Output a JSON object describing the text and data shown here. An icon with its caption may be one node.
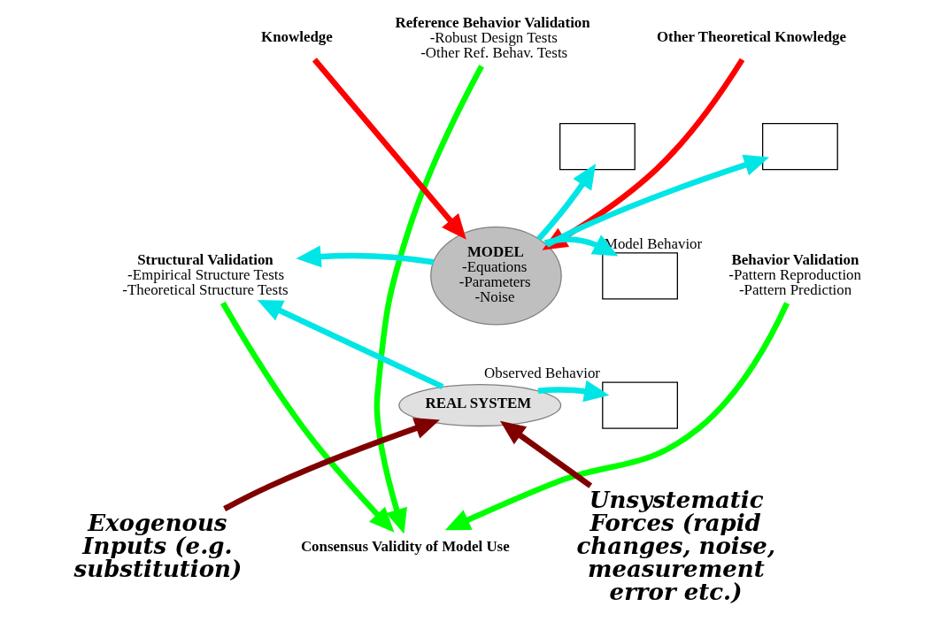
{
  "diagram": {
    "nodes": [
      {
        "text": [
          "Reference Behavior Validation",
          "-Robust Design Tests",
          "-Other Ref. Behav. Tests"
        ]
      },
      {
        "text": [],
        "shape": "box"
      },
      {
        "text": [],
        "shape": "box"
      },
      {
        "text": [
          "Knowledge"
        ]
      },
      {
        "text": [
          "Other Theoretical Knowledge"
        ]
      },
      {
        "text": [
          "Structural Validation",
          "-Empirical Structure Tests",
          "-Theoretical Structure Tests"
        ]
      },
      {
        "text": [
          "MODEL",
          "-Equations",
          "-Parameters",
          "-Noise"
        ]
      },
      {
        "text": [
          "REAL SYSTEM"
        ]
      },
      {
        "text": [
          "Behavior Validation",
          "-Pattern Reproduction",
          "-Pattern Prediction"
        ]
      },
      {
        "text": [],
        "shape": "box",
        "beside": [
          "Model Behavior"
        ]
      },
      {
        "text": [],
        "shape": "box",
        "beside": [
          "Observed Behavior"
        ]
      },
      {
        "text": [
          "Exogenous Inputs (e.g. substitution)"
        ]
      },
      {
        "text": [
          "Unsystematic Forces (rapid changes, noise, measurement error etc.)"
        ]
      },
      {
        "text": [
          "Consensus Validity of Model Use"
        ]
      }
    ],
    "edges": [
      {
        "from": 3,
        "to": 6,
        "arrow": "to",
        "color": "#ff0000"
      },
      {
        "from": 4,
        "to": 6,
        "arrow": "to",
        "color": "#ff0000"
      },
      {
        "from": 6,
        "to": 1,
        "arrow": "to"
      },
      {
        "from": 6,
        "to": 2,
        "arrow": "to"
      },
      {
        "from": 6,
        "to": 5,
        "arrow": "to"
      },
      {
        "from": 7,
        "to": 5,
        "arrow": "to"
      },
      {
        "from": 6,
        "to": 9,
        "arrow": "to"
      },
      {
        "from": 7,
        "to": 10,
        "arrow": "to"
      },
      {
        "from": 11,
        "to": 7,
        "arrow": "to",
        "color": "#800000"
      },
      {
        "from": 12,
        "to": 7,
        "arrow": "to",
        "color": "#800000"
      },
      {
        "from": 0,
        "to": 13,
        "arrow": "to",
        "color": "#00ff00"
      },
      {
        "from": 5,
        "to": 13,
        "arrow": "to",
        "color": "#00ff00"
      },
      {
        "from": 8,
        "to": 13,
        "arrow": "to",
        "color": "#00ff00"
      }
    ]
  }
}
